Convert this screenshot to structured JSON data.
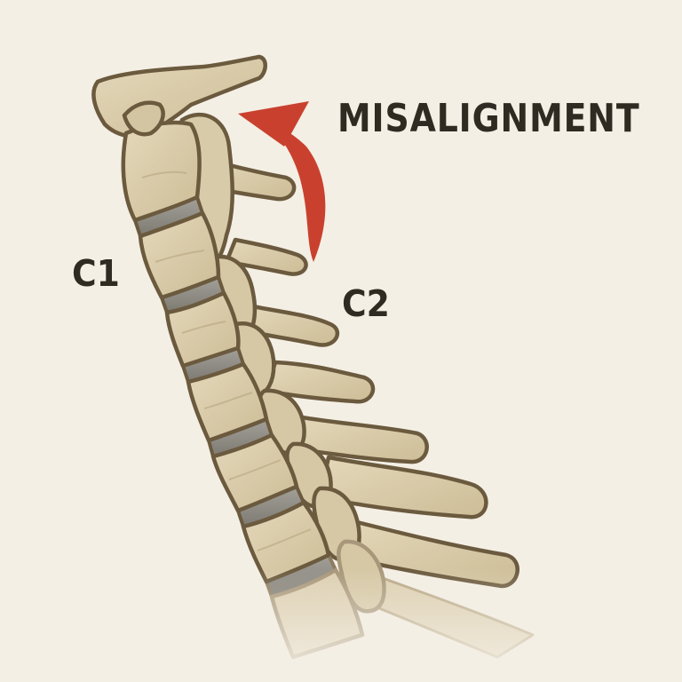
{
  "diagram": {
    "subject": "Lateral view of cervical spine",
    "labels": {
      "title": "MISALIGNMENT",
      "c1": "C1",
      "c2": "C2"
    },
    "annotation": {
      "arrow": "curved-arrow",
      "arrow_direction": "upward, curving toward top vertebra"
    },
    "vertebrae_count_visible": 7,
    "colors": {
      "background": "#f4efe5",
      "bone_fill": "#dccfae",
      "bone_shadow": "#c2b08a",
      "bone_outline": "#6b5a3e",
      "disc": "#8f8d86",
      "arrow": "#c9412e",
      "text": "#2f2a22"
    }
  }
}
